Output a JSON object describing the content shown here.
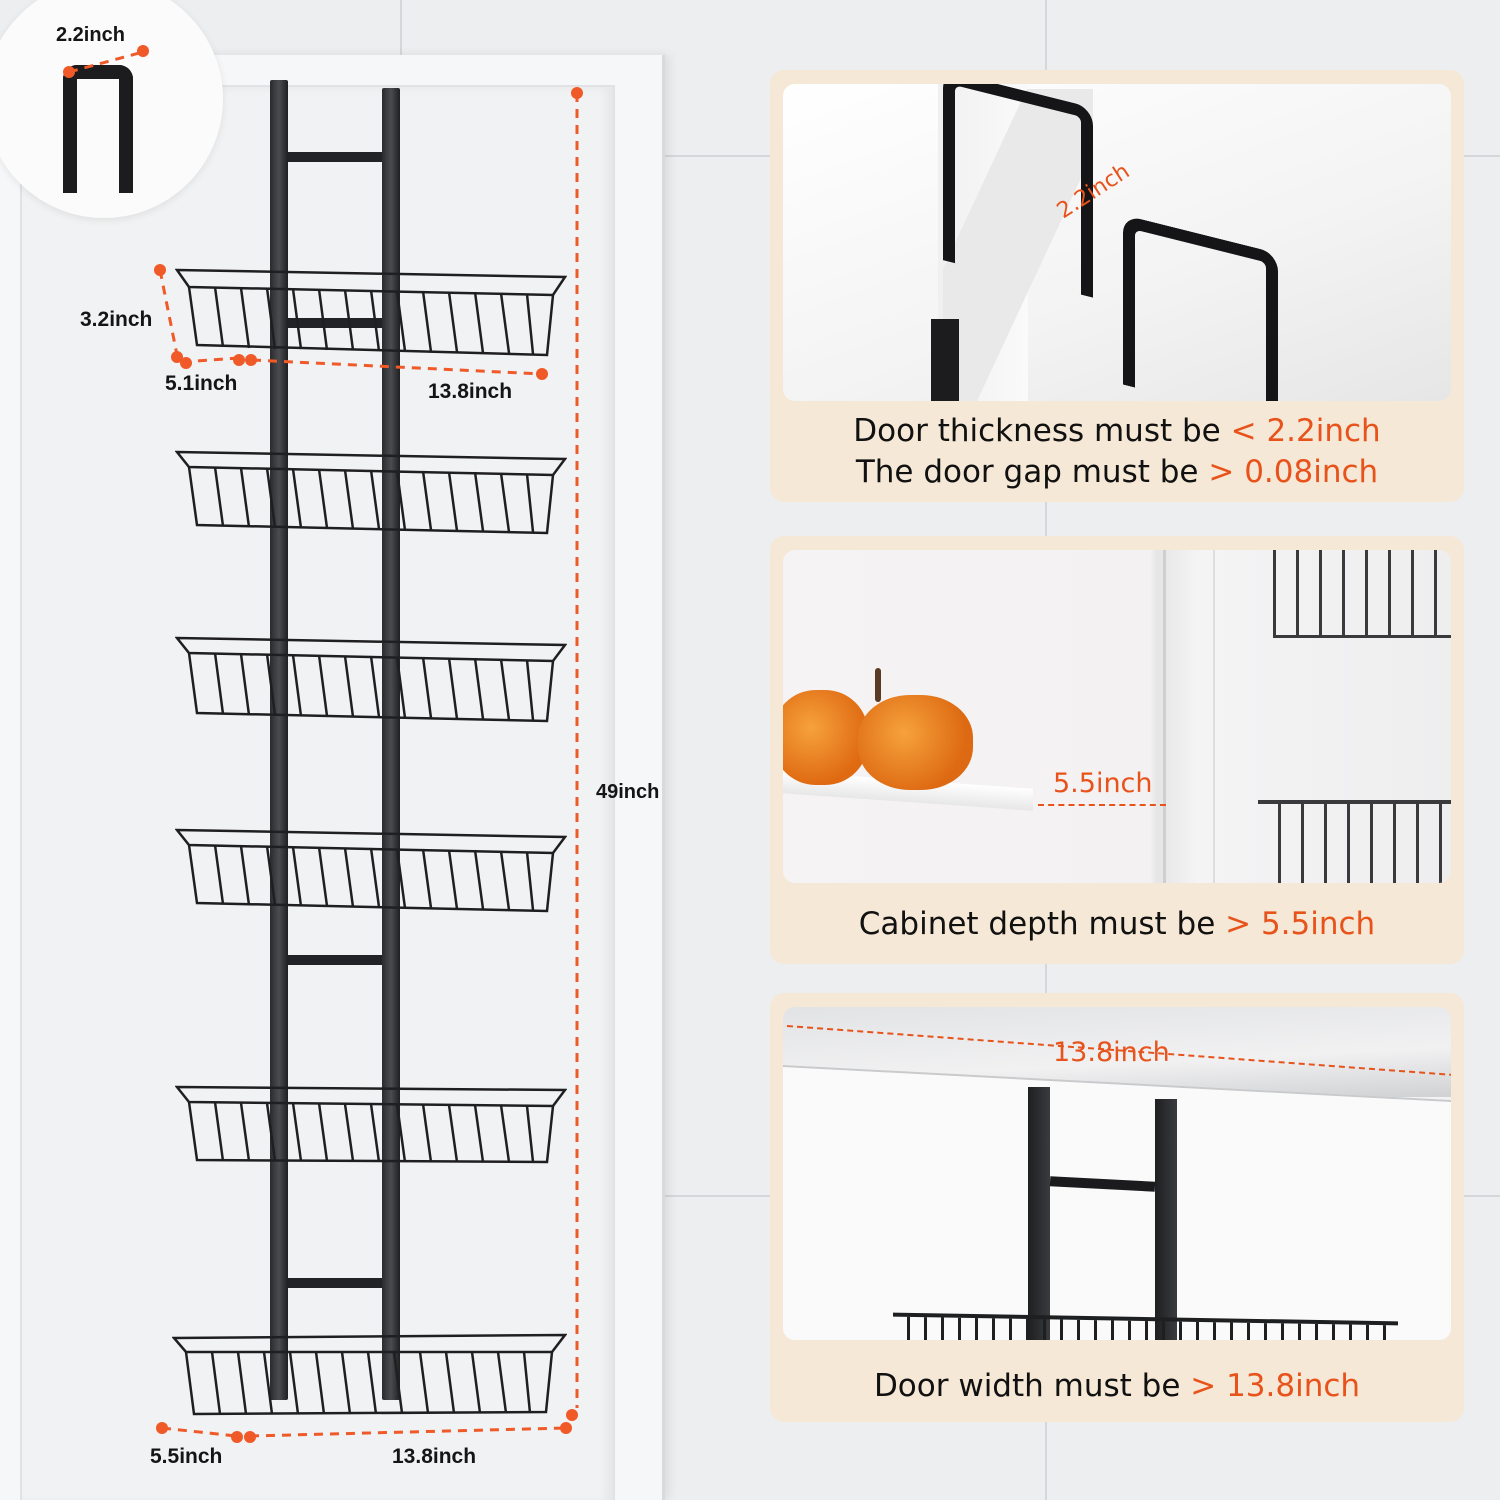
{
  "inset": {
    "hook_width_label": "2.2inch"
  },
  "rack": {
    "basket_count": 6,
    "dimensions": {
      "basket_height": "3.2inch",
      "basket_depth_top": "5.1inch",
      "basket_width_top": "13.8inch",
      "total_height": "49inch",
      "basket_depth_bottom": "5.5inch",
      "basket_width_bottom": "13.8inch"
    }
  },
  "cards": [
    {
      "photo_label": "2.2inch",
      "lines": [
        {
          "text": "Door thickness must be ",
          "highlight": "< 2.2inch"
        },
        {
          "text": "The door gap must be ",
          "highlight": "> 0.08inch"
        }
      ]
    },
    {
      "photo_label": "5.5inch",
      "lines": [
        {
          "text": "Cabinet depth must be ",
          "highlight": "> 5.5inch"
        }
      ]
    },
    {
      "photo_label": "13.8inch",
      "lines": [
        {
          "text": "Door width must be ",
          "highlight": "> 13.8inch"
        }
      ]
    }
  ],
  "colors": {
    "accent": "#e8531b",
    "card_bg": "#f5e8d6",
    "metal": "#1c1c1e"
  }
}
